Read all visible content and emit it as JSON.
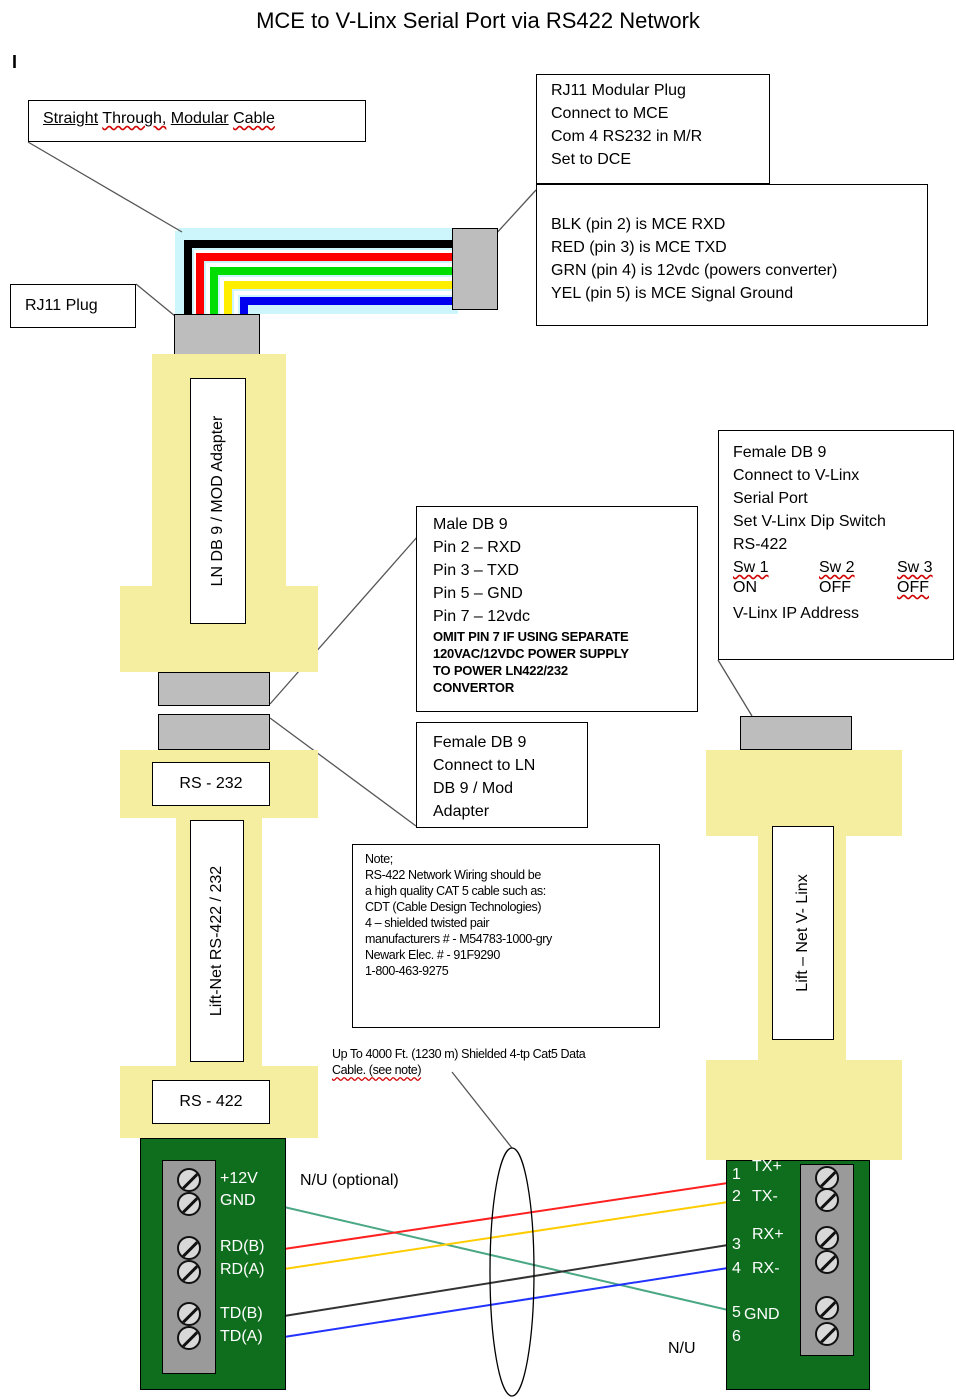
{
  "title": "MCE to V-Linx Serial Port via RS422 Network",
  "cursor_mark": "I",
  "cable_label": [
    "Straight",
    "Through,",
    "Modular",
    "Cable"
  ],
  "rj11_modular_plug": [
    "RJ11 Modular Plug",
    "Connect to MCE",
    "Com 4 RS232 in M/R",
    "Set to DCE"
  ],
  "wire_colors": [
    "BLK (pin 2) is MCE RXD",
    "RED (pin 3) is MCE TXD",
    "GRN (pin 4) is 12vdc (powers converter)",
    "YEL  (pin 5) is MCE Signal Ground"
  ],
  "rj11_plug": "RJ11 Plug",
  "ln_adapter": "LN DB 9 / MOD Adapter",
  "male_db9": [
    "Male DB 9",
    "Pin 2 – RXD",
    "Pin 3 – TXD",
    "Pin 5 – GND",
    "Pin 7 – 12vdc"
  ],
  "male_db9_note": [
    "OMIT PIN 7 IF USING SEPARATE",
    "120VAC/12VDC POWER SUPPLY",
    "TO POWER LN422/232",
    "CONVERTOR"
  ],
  "female_db9_ln": [
    "Female DB 9",
    "Connect to LN",
    "DB 9 / Mod",
    "Adapter"
  ],
  "female_db9_vlinx": [
    "Female DB 9",
    "Connect to V-Linx",
    "Serial Port",
    "Set V-Linx Dip Switch",
    "RS-422"
  ],
  "switches": [
    {
      "name": "Sw 1",
      "state": "ON"
    },
    {
      "name": "Sw 2",
      "state": "OFF"
    },
    {
      "name": "Sw 3",
      "state": "OFF"
    }
  ],
  "vlinx_ip": "V-Linx IP Address",
  "rs232": "RS - 232",
  "rs422": "RS - 422",
  "liftnet_converter": "Lift-Net RS-422 / 232",
  "liftnet_vlinx": "Lift – Net  V- Linx",
  "cable_note": [
    "Note;",
    "RS-422 Network Wiring should be",
    "a high quality CAT 5 cable such as:",
    "",
    "CDT (Cable Design Technologies)",
    "4 – shielded twisted pair",
    "manufacturers # - M54783-1000-gry",
    "Newark Elec. # - 91F9290",
    "1-800-463-9275"
  ],
  "cable_spec": [
    "Up To 4000 Ft. (1230 m) Shielded 4-tp Cat5 Data",
    "Cable. (see note)"
  ],
  "left_terminals": [
    "+12V",
    "GND",
    "RD(B)",
    "RD(A)",
    "TD(B)",
    "TD(A)"
  ],
  "nu_optional": "N/U (optional)",
  "right_terminals": [
    {
      "num": "1",
      "label": "TX+"
    },
    {
      "num": "2",
      "label": "TX-"
    },
    {
      "num": "3",
      "label": "RX+"
    },
    {
      "num": "4",
      "label": "RX-"
    },
    {
      "num": "5",
      "label": "GND"
    },
    {
      "num": "6",
      "label": ""
    }
  ],
  "nu": "N/U",
  "colors": {
    "yellow_body": "#f5eea0",
    "terminal_green": "#0f6e1e",
    "plug_gray": "#bdbdbd",
    "cable_cyan": "#ccf6fb",
    "wire_black": "#000000",
    "wire_red": "#ff0000",
    "wire_green": "#00dd00",
    "wire_yellow": "#ffee00",
    "wire_blue": "#0000ee"
  }
}
